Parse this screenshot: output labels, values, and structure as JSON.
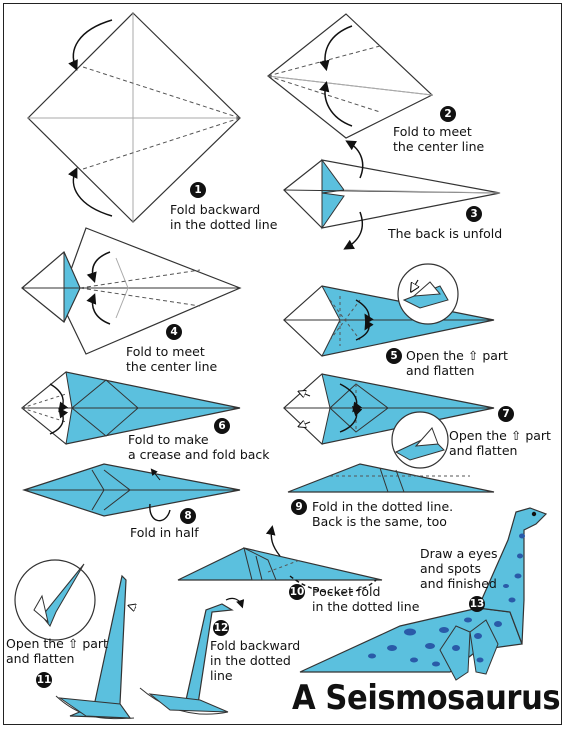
{
  "title": "A Seismosaurus",
  "colors": {
    "paper_back": "#5bc0de",
    "paper_front": "#ffffff",
    "outline": "#333333",
    "spots": "#2a5aa8",
    "text": "#111111"
  },
  "icons": {
    "up_arrow": "⇧",
    "fold_arrow": "curved-arrow-icon"
  },
  "steps": [
    {
      "num": "1",
      "text": "Fold backward\nin the dotted line"
    },
    {
      "num": "2",
      "text": "Fold to meet\nthe center line"
    },
    {
      "num": "3",
      "text": "The back is unfold"
    },
    {
      "num": "4",
      "text": "Fold to meet\nthe center line"
    },
    {
      "num": "5",
      "text_before": "Open the ",
      "text_after": " part\nand flatten"
    },
    {
      "num": "6",
      "text": "Fold to make\na crease and fold back"
    },
    {
      "num": "7",
      "text_before": "Open the ",
      "text_after": " part\nand flatten"
    },
    {
      "num": "8",
      "text": "Fold in half"
    },
    {
      "num": "9",
      "text": "Fold in the dotted line.\nBack is the same, too"
    },
    {
      "num": "10",
      "text": "Pocket fold\nin the dotted line"
    },
    {
      "num": "11",
      "text_before": "Open the ",
      "text_after": " part\nand flatten"
    },
    {
      "num": "12",
      "text": "Fold backward\nin the dotted\nline"
    },
    {
      "num": "13",
      "text": "Draw a eyes\nand spots\nand finished"
    }
  ]
}
